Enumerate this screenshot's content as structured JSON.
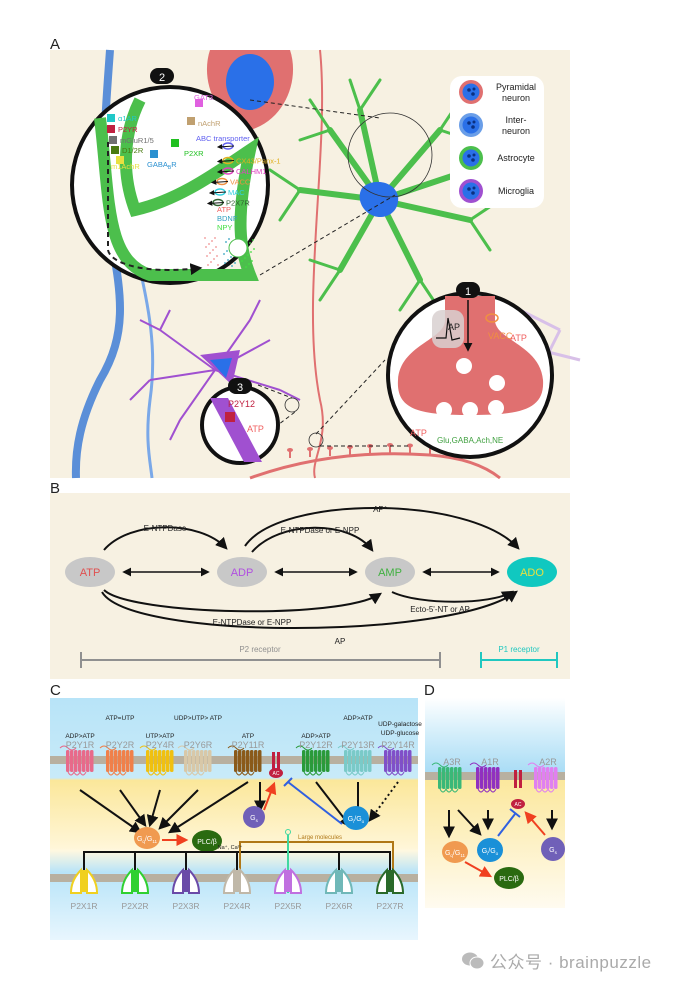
{
  "panels": {
    "A": {
      "letter": "A",
      "legend": [
        {
          "label_line1": "Pyramidal",
          "label_line2": "neuron",
          "ring_color": "#e07070",
          "icon": "pyramidal-neuron-icon"
        },
        {
          "label_line1": "Inter-",
          "label_line2": "neuron",
          "ring_color": "#6a9ee8",
          "icon": "interneuron-icon"
        },
        {
          "label_line1": "Astrocyte",
          "label_line2": "",
          "ring_color": "#4cbf4c",
          "icon": "astrocyte-icon"
        },
        {
          "label_line1": "Microglia",
          "label_line2": "",
          "ring_color": "#a050d0",
          "icon": "microglia-icon"
        }
      ],
      "inset1": {
        "number": "1",
        "ap_label": "AP",
        "vacc_label": "VACC",
        "atp_top": "ATP",
        "atp_bottom": "ATP",
        "transmitters": "Glu,GABA,Ach,NE"
      },
      "inset2": {
        "number": "2",
        "receptors_left": [
          {
            "label": "α1AR",
            "color": "#20c8c8"
          },
          {
            "label": "P2YR",
            "color": "#c02040"
          },
          {
            "label": "mGluR1/5",
            "color": "#707070"
          },
          {
            "label": "D1/2R",
            "color": "#4a7a10"
          },
          {
            "label": "m1AchR",
            "color": "#e8e040"
          },
          {
            "label": "GABA",
            "sub": "B",
            "suffix": "R",
            "color": "#2a90d0"
          },
          {
            "label": "P2XR",
            "color": "#20c020"
          },
          {
            "label": "nAchR",
            "color": "#c0a070"
          },
          {
            "label": "GAT3",
            "color": "#e060e0"
          }
        ],
        "channels_right": [
          {
            "label": "ABC transporter",
            "color": "#6060f0"
          },
          {
            "label": "CX43/Panx-1",
            "color": "#e0b020"
          },
          {
            "label": "CALHM1",
            "color": "#e040c0"
          },
          {
            "label": "VACC",
            "color": "#f09040"
          },
          {
            "label": "MAC",
            "color": "#30d0e0"
          },
          {
            "label": "P2X7R",
            "color": "#306030"
          }
        ],
        "released": [
          {
            "label": "ATP",
            "color": "#f06060"
          },
          {
            "label": "BDNF",
            "color": "#30a0c0"
          },
          {
            "label": "NPY",
            "color": "#40e040"
          }
        ]
      },
      "inset3": {
        "number": "3",
        "receptor": "P2Y12",
        "atp": "ATP"
      }
    },
    "B": {
      "letter": "B",
      "nodes": [
        {
          "id": "ATP",
          "label": "ATP",
          "text_color": "#e05050",
          "fill": "#c8c8c8"
        },
        {
          "id": "ADP",
          "label": "ADP",
          "text_color": "#b050e0",
          "fill": "#c8c8c8"
        },
        {
          "id": "AMP",
          "label": "AMP",
          "text_color": "#40b040",
          "fill": "#c8c8c8"
        },
        {
          "id": "ADO",
          "label": "ADO",
          "text_color": "#e8e040",
          "fill": "#10c8c0"
        }
      ],
      "edges": [
        {
          "from": "ATP",
          "to": "ADP",
          "label": "E-NTPDase"
        },
        {
          "from": "ADP",
          "to": "AMP",
          "label": "E-NTPDase or E-NPP"
        },
        {
          "from": "ADP",
          "to": "ADO",
          "label": "AP*"
        },
        {
          "from": "ATP",
          "to": "AMP",
          "label": "E-NTPDase or E-NPP"
        },
        {
          "from": "ATP",
          "to": "ADO",
          "label": "AP"
        },
        {
          "from": "AMP",
          "to": "ADO",
          "label": "Ecto-5'-NT  or AP"
        }
      ],
      "p2_label": "P2 receptor",
      "p1_label": "P1 receptor",
      "p2_color": "#909090",
      "p1_color": "#20c8c0"
    },
    "C": {
      "letter": "C",
      "p2y_receptors": [
        {
          "name": "P2Y1R",
          "agonist": "ADP>ATP",
          "color": "#e86a8a"
        },
        {
          "name": "P2Y2R",
          "agonist": "ATP=UTP",
          "color": "#f0804a"
        },
        {
          "name": "P2Y4R",
          "agonist": "UTP>ATP",
          "color": "#f0c010"
        },
        {
          "name": "P2Y6R",
          "agonist": "UDP>UTP> ATP",
          "color": "#d8c8a8"
        },
        {
          "name": "P2Y11R",
          "agonist": "ATP",
          "color": "#8a5a1a"
        },
        {
          "name": "P2Y12R",
          "agonist": "ADP>ATP",
          "color": "#2a9a3a"
        },
        {
          "name": "P2Y13R",
          "agonist": "ADP>ATP",
          "color": "#7acac8"
        },
        {
          "name": "P2Y14R",
          "agonist": "UDP-galactose\nUDP-glucose",
          "agonist_line1": "UDP-galactose",
          "agonist_line2": "UDP-glucose",
          "color": "#8050c8"
        }
      ],
      "g_proteins": {
        "gq": "G",
        "gq_sub": "q",
        "gq_sep": "/G",
        "gq_sub2": "11",
        "plc": "PLC/β",
        "gs": "G",
        "gs_sub": "s",
        "gi": "G",
        "gi_sub": "i",
        "gi_sep": "/G",
        "gi_sub2": "o",
        "ac": "AC"
      },
      "p2x_receptors": [
        {
          "name": "P2X1R",
          "color": "#f0d020"
        },
        {
          "name": "P2X2R",
          "color": "#30d030"
        },
        {
          "name": "P2X3R",
          "color": "#6a4aa8"
        },
        {
          "name": "P2X4R",
          "color": "#c0b8a8"
        },
        {
          "name": "P2X5R",
          "color": "#c070e0"
        },
        {
          "name": "P2X6R",
          "color": "#70b8b8"
        },
        {
          "name": "P2X7R",
          "color": "#2a6a2a"
        }
      ],
      "ion_label": "Na⁺, Ca²⁺",
      "cl_label": "Cl⁻",
      "large_label": "Large molecules"
    },
    "D": {
      "letter": "D",
      "receptors": [
        {
          "name": "A3R",
          "color": "#3ab878"
        },
        {
          "name": "A1R",
          "color": "#9030c0"
        },
        {
          "name": "A2R",
          "color": "#e080f0"
        }
      ],
      "ac": "AC",
      "plc": "PLC/β"
    }
  },
  "watermark": {
    "text": "公众号 · brainpuzzle"
  }
}
